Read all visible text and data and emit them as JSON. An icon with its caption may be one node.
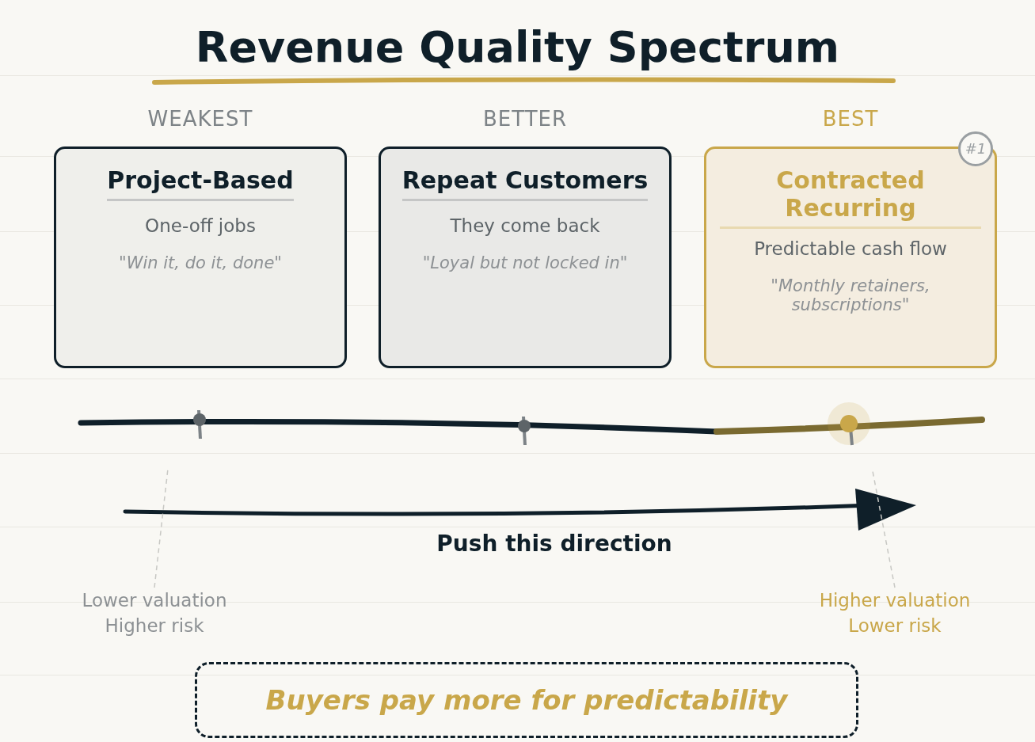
{
  "diagram": {
    "title": "Revenue Quality Spectrum",
    "nodes": [
      {
        "text": [
          "Project-Based",
          "One-off jobs",
          "\"Win it, do it, done\""
        ],
        "beside": [
          "WEAKEST"
        ]
      },
      {
        "text": [
          "Repeat Customers",
          "They come back",
          "\"Loyal but not locked in\""
        ],
        "beside": [
          "BETTER"
        ]
      },
      {
        "text": [
          "Contracted Recurring",
          "Predictable cash flow",
          "\"Monthly retainers, subscriptions\""
        ],
        "beside": [
          "BEST"
        ]
      },
      {
        "text": [
          "#1"
        ]
      },
      {
        "text": [
          "Lower valuation",
          "Higher risk"
        ]
      },
      {
        "text": [
          "Higher valuation",
          "Lower risk"
        ]
      },
      {
        "text": [
          "Buyers pay more for predictability"
        ]
      }
    ],
    "edges": [
      {
        "from": 4,
        "to": null,
        "arrow": "none",
        "style": "dashed"
      },
      {
        "from": 5,
        "to": null,
        "arrow": "none",
        "style": "dashed"
      }
    ],
    "labels": [
      "Push this direction"
    ]
  }
}
